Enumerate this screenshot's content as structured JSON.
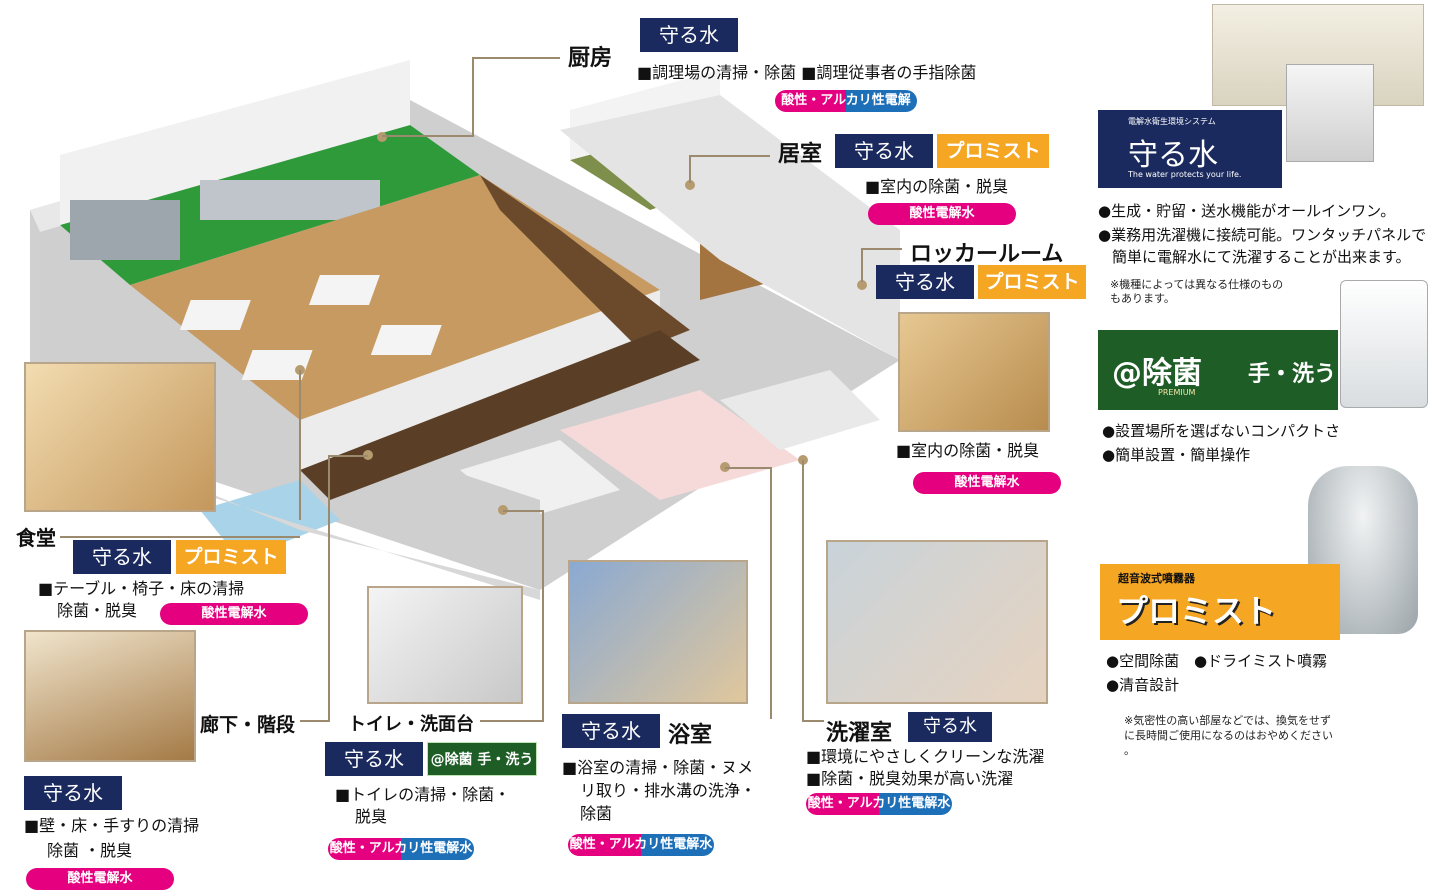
{
  "rooms": {
    "kitchen": {
      "title": "厨房",
      "badge_mamoru": "守る水",
      "desc": "■調理場の清掃・除菌 ■調理従事者の手指除菌",
      "pill": "酸性・アルカリ性電解水"
    },
    "living": {
      "title": "居室",
      "badge_mamoru": "守る水",
      "badge_promist": "プロミスト",
      "desc": "■室内の除菌・脱臭",
      "pill": "酸性電解水"
    },
    "locker": {
      "title": "ロッカールーム",
      "badge_mamoru": "守る水",
      "badge_promist": "プロミスト",
      "desc": "■室内の除菌・脱臭",
      "pill": "酸性電解水"
    },
    "dining": {
      "title": "食堂",
      "badge_mamoru": "守る水",
      "badge_promist": "プロミスト",
      "desc1": "■テーブル・椅子・床の清掃",
      "desc2": "除菌・脱臭",
      "pill": "酸性電解水"
    },
    "corridor": {
      "title": "廊下・階段",
      "badge_mamoru": "守る水",
      "desc1": "■壁・床・手すりの清掃",
      "desc2": "除菌 ・脱臭",
      "pill": "酸性電解水"
    },
    "toilet": {
      "title": "トイレ・洗面台",
      "badge_mamoru": "守る水",
      "badge_ajokin": "@除菌 手・洗う",
      "desc1": "■トイレの清掃・除菌・",
      "desc2": "脱臭",
      "pill": "酸性・アルカリ性電解水"
    },
    "bath": {
      "title": "浴室",
      "badge_mamoru": "守る水",
      "desc1": "■浴室の清掃・除菌・ヌメ",
      "desc2": "リ取り・排水溝の洗浄・",
      "desc3": "除菌",
      "pill": "酸性・アルカリ性電解水"
    },
    "laundry": {
      "title": "洗濯室",
      "badge_mamoru": "守る水",
      "desc1": "■環境にやさしくクリーンな洗濯",
      "desc2": "■除菌・脱臭効果が高い洗濯",
      "pill": "酸性・アルカリ性電解水"
    }
  },
  "products": {
    "mamoru": {
      "kicker": "電解水衛生環境システム",
      "name": "守る水",
      "sub": "The water protects your life.",
      "bullet1": "●生成・貯留・送水機能がオールインワン。",
      "bullet2": "●業務用洗濯機に接続可能。ワンタッチパネルで",
      "bullet3": "簡単に電解水にて洗濯することが出来ます。",
      "note1": "※機種によっては異なる仕様のもの",
      "note2": "もあります。"
    },
    "ajokin": {
      "name_at": "@除菌",
      "name_hand": "手・洗う",
      "premium": "PREMIUM",
      "bullet1": "●設置場所を選ばないコンパクトさ",
      "bullet2": "●簡単設置・簡単操作"
    },
    "promist": {
      "kicker": "超音波式噴霧器",
      "name": "プロミスト",
      "bullet1": "●空間除菌",
      "bullet2": "●ドライミスト噴霧",
      "bullet3": "●清音設計",
      "note1": "※気密性の高い部屋などでは、換気をせず",
      "note2": "に長時間ご使用になるのはおやめください",
      "note3": "。"
    }
  },
  "colors": {
    "navy": "#1b2a5e",
    "orange": "#f5a623",
    "magenta": "#e4007f",
    "blue": "#1d6fb8",
    "green": "#1f5d27"
  }
}
